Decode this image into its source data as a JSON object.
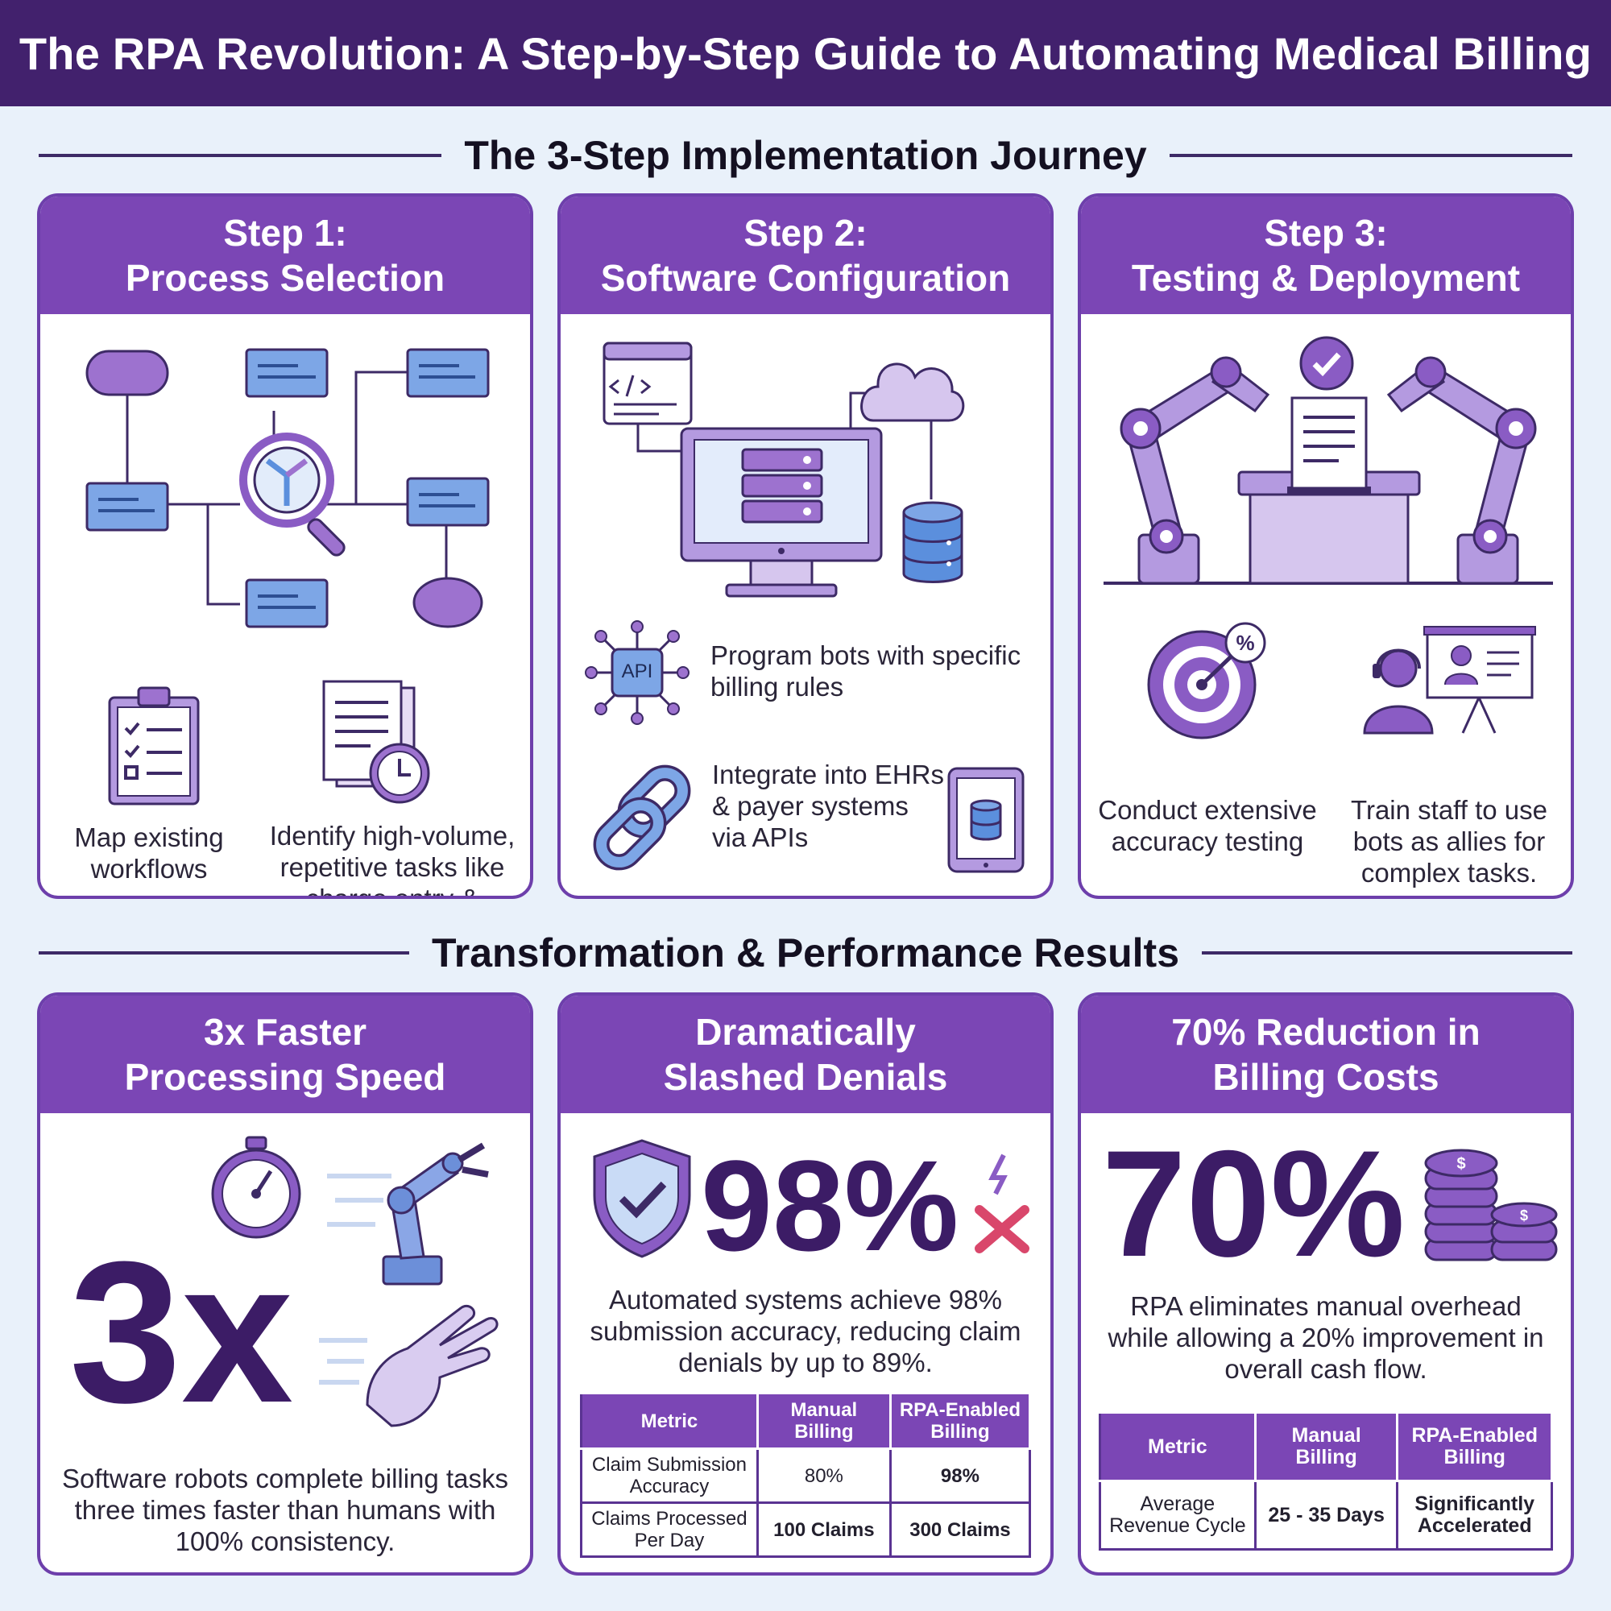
{
  "title": "The RPA Revolution: A Step-by-Step Guide to Automating Medical Billing",
  "sections": {
    "journey": "The 3-Step Implementation Journey",
    "results": "Transformation & Performance Results"
  },
  "steps": [
    {
      "step": "Step 1:",
      "name": "Process Selection",
      "items": [
        "Map existing workflows",
        "Identify high-volume, repetitive tasks like charge entry & payment posting."
      ],
      "icons": [
        "flowchart-icon",
        "magnifier-icon",
        "clipboard-checklist-icon",
        "documents-clock-icon"
      ]
    },
    {
      "step": "Step 2:",
      "name": "Software Configuration",
      "items": [
        "Program bots with specific billing rules",
        "Integrate into EHRs & payer systems via APIs"
      ],
      "api_label": "API",
      "icons": [
        "code-window-icon",
        "cloud-icon",
        "monitor-server-icon",
        "database-icon",
        "api-chip-icon",
        "chain-link-icon",
        "tablet-database-icon"
      ]
    },
    {
      "step": "Step 3:",
      "name": "Testing & Deployment",
      "items": [
        "Conduct extensive accuracy testing",
        "Train staff to use bots as allies for complex tasks."
      ],
      "icons": [
        "robot-arms-icon",
        "checkmark-badge-icon",
        "target-percent-icon",
        "trainer-presentation-icon"
      ]
    }
  ],
  "results": [
    {
      "heading_line1": "3x Faster",
      "heading_line2": "Processing Speed",
      "big": "3x",
      "caption": "Software robots complete billing tasks three times faster than humans with 100% consistency.",
      "icons": [
        "stopwatch-icon",
        "robot-arm-icon",
        "hand-icon"
      ]
    },
    {
      "heading_line1": "Dramatically",
      "heading_line2": "Slashed Denials",
      "big": "98%",
      "caption": "Automated systems achieve 98% submission accuracy, reducing claim denials by up to 89%.",
      "icons": [
        "shield-check-icon",
        "lightning-x-icon"
      ],
      "table": {
        "headers": [
          "Metric",
          "Manual Billing",
          "RPA-Enabled Billing"
        ],
        "rows": [
          [
            "Claim Submission Accuracy",
            "80%",
            "98%"
          ],
          [
            "Claims Processed Per Day",
            "100 Claims",
            "300 Claims"
          ]
        ]
      }
    },
    {
      "heading_line1": "70% Reduction in",
      "heading_line2": "Billing Costs",
      "big": "70%",
      "caption": "RPA eliminates manual overhead while allowing a 20% improvement in overall cash flow.",
      "icons": [
        "coin-stack-icon"
      ],
      "table": {
        "headers": [
          "Metric",
          "Manual Billing",
          "RPA-Enabled Billing"
        ],
        "rows": [
          [
            "Average Revenue Cycle",
            "25 - 35 Days",
            "Significantly Accelerated"
          ]
        ]
      }
    }
  ],
  "colors": {
    "banner": "#42216d",
    "card_header": "#7b46b5",
    "accent_purple": "#8a5cc4",
    "accent_blue": "#5b8fdd",
    "big_number": "#3c1c66",
    "alert_pink": "#d9476b",
    "background": "#e9f1fa"
  }
}
